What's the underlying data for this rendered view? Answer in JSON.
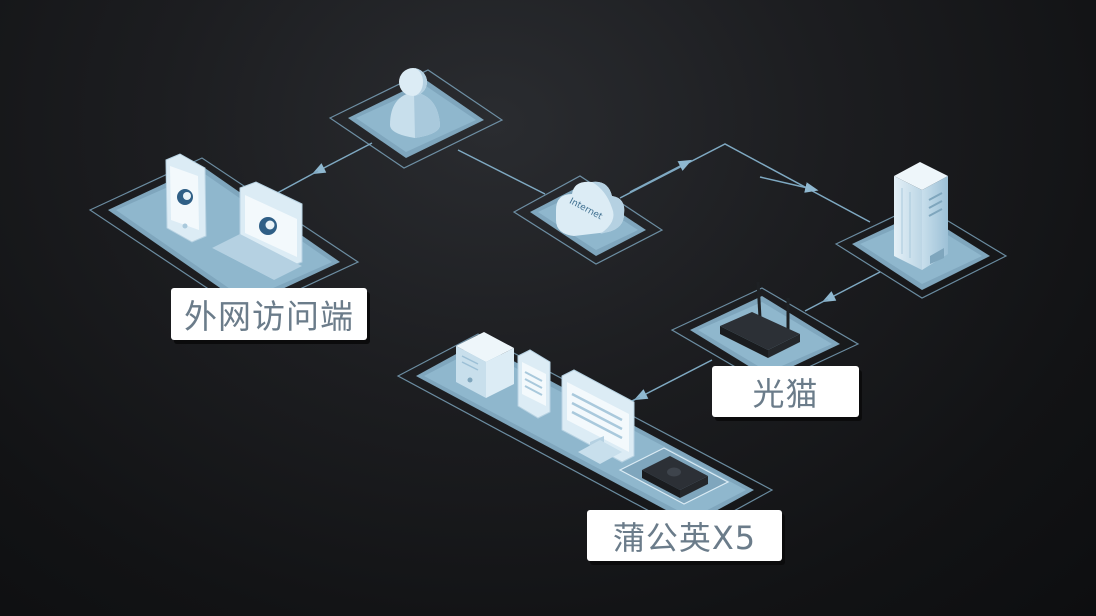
{
  "diagram": {
    "nodes": {
      "remote_access": {
        "label": "外网访问端"
      },
      "user": {
        "label": ""
      },
      "internet": {
        "label": "",
        "icon_text": "Internet"
      },
      "server": {
        "label": ""
      },
      "modem": {
        "label": "光猫"
      },
      "pgy_x5": {
        "label": "蒲公英X5"
      }
    },
    "edges": [
      {
        "from": "user",
        "to": "remote_access"
      },
      {
        "from": "user",
        "to": "internet"
      },
      {
        "from": "internet",
        "to": "server"
      },
      {
        "from": "server",
        "to": "modem"
      },
      {
        "from": "modem",
        "to": "pgy_x5"
      }
    ],
    "colors": {
      "background": "#141517",
      "platform_fill": "#8eb6cc",
      "line": "#7fa9c2",
      "icon_light": "#dcecf5",
      "icon_mid": "#a9c9dc",
      "label_text": "#6b7c8a"
    },
    "icons": {
      "user": "person-icon",
      "internet": "cloud-icon",
      "server": "server-tower-icon",
      "modem": "router-icon",
      "remote_access": [
        "tablet-icon",
        "laptop-icon"
      ],
      "lan": [
        "pc-case-icon",
        "tablet-icon",
        "monitor-icon",
        "x5-box-icon"
      ]
    }
  }
}
